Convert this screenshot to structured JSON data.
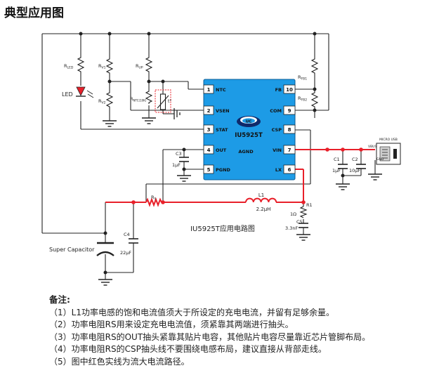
{
  "title": "典型应用图",
  "chip": {
    "name": "IU5925T",
    "agnd": "AGND",
    "logo": "UC",
    "left_pins": [
      {
        "num": "1",
        "name": "NTC"
      },
      {
        "num": "2",
        "name": "VSEN"
      },
      {
        "num": "3",
        "name": "STAT"
      },
      {
        "num": "4",
        "name": "OUT"
      },
      {
        "num": "5",
        "name": "PGND"
      }
    ],
    "right_pins": [
      {
        "num": "10",
        "name": "FB"
      },
      {
        "num": "9",
        "name": "COM"
      },
      {
        "num": "8",
        "name": "CSP"
      },
      {
        "num": "7",
        "name": "VIN"
      },
      {
        "num": "6",
        "name": "LX"
      }
    ]
  },
  "components": {
    "rled": "R",
    "rled_sub": "LED",
    "rv1": "R",
    "rv1_sub": "V1",
    "rv2": "R",
    "rv2_sub": "V2",
    "rup": "R",
    "rup_sub": "UP",
    "rntc": "R",
    "rntc_sub": "NTC(10K)",
    "rfb1": "R",
    "rfb1_sub": "FB1",
    "rfb2": "R",
    "rfb2_sub": "FB2",
    "rs": "R",
    "rs_sub": "S",
    "led": "LED",
    "c3": "C3",
    "c3_val": "1μF",
    "c1": "C1",
    "c1_val": "1μF",
    "c2": "C2",
    "c2_val": "10μF",
    "c4": "C4",
    "c4_val": "22μF",
    "l1": "L1",
    "l1_val": "2.2μH",
    "r1": "R1",
    "r1_val": "1Ω",
    "c5": "C5",
    "c5_val": "3.3nF",
    "super_cap": "Super Capacitor",
    "usb_title": "MICRO USB",
    "usb_vbus": "VBUS",
    "usb_gnd": "GND",
    "rt_symbol": "t°"
  },
  "circuit_title": "IU5925T应用电路图",
  "notes": {
    "heading": "备注:",
    "items": [
      "（1）L1功率电感的饱和电流值须大于所设定的充电电流，并留有足够余量。",
      "（2）功率电阻RS用来设定充电电流值，须紧靠其两端进行抽头。",
      "（3）功率电阻RS的OUT抽头紧靠其贴片电容，其他贴片电容尽量靠近芯片管脚布局。",
      "（4）功率电阻RS的CSP抽头线不要围绕电感布局，建议直接从背部走线。",
      "（5）图中红色实线为流大电流路径。"
    ]
  },
  "colors": {
    "wire": "#222222",
    "power_path": "#e8202a",
    "chip_fill": "#1d9be6",
    "chip_stroke": "#0c5d96"
  }
}
